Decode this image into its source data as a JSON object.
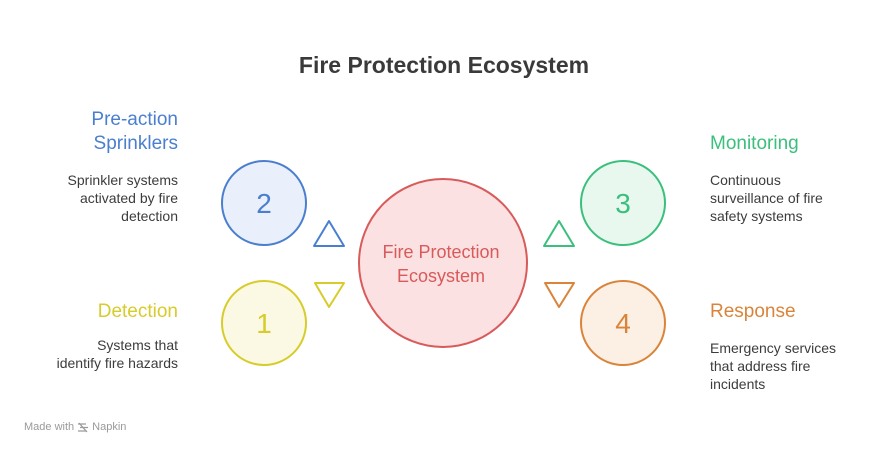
{
  "title": "Fire Protection Ecosystem",
  "center": {
    "line1": "Fire Protection",
    "line2": "Ecosystem"
  },
  "items": [
    {
      "number": "2",
      "heading_line1": "Pre-action",
      "heading_line2": "Sprinklers",
      "desc_line1": "Sprinkler systems",
      "desc_line2": "activated by fire",
      "desc_line3": "detection",
      "color": "#4a7fcf",
      "fill": "#e9f0fb"
    },
    {
      "number": "1",
      "heading": "Detection",
      "desc_line1": "Systems that",
      "desc_line2": "identify fire hazards",
      "color": "#d7cc2b",
      "fill": "#fbf9e3"
    },
    {
      "number": "3",
      "heading": "Monitoring",
      "desc_line1": "Continuous",
      "desc_line2": "surveillance of fire",
      "desc_line3": "safety systems",
      "color": "#3bbf7c",
      "fill": "#e8f8ef"
    },
    {
      "number": "4",
      "heading": "Response",
      "desc_line1": "Emergency services",
      "desc_line2": "that address fire",
      "desc_line3": "incidents",
      "color": "#d9843a",
      "fill": "#fcefe4"
    }
  ],
  "center_color": "#d95a5a",
  "center_fill": "#fbe1e1",
  "footer": {
    "made_with": "Made with",
    "brand": "Napkin"
  }
}
